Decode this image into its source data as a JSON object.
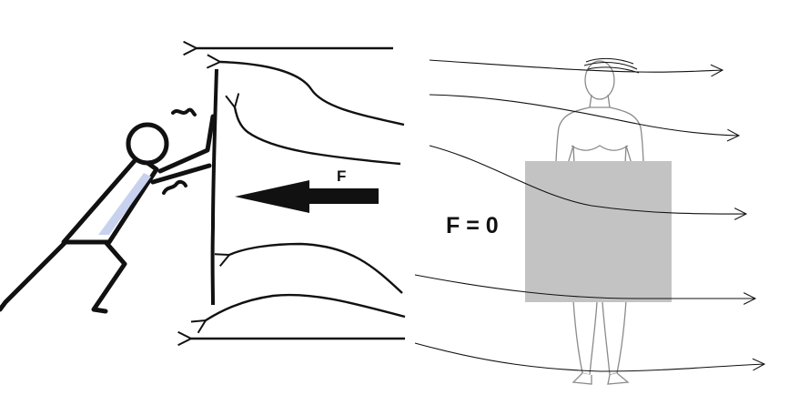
{
  "labels": {
    "force": "F",
    "zero_force": "F = 0"
  },
  "colors": {
    "ink": "#111111",
    "shirt": "#c8d2ef",
    "censor": "#c3c3c3",
    "skin_line": "#8a8a8a"
  },
  "icons": [
    "stick-figure-pushing",
    "wall",
    "force-arrow",
    "wind-streamline-arrow",
    "human-body-figure"
  ]
}
